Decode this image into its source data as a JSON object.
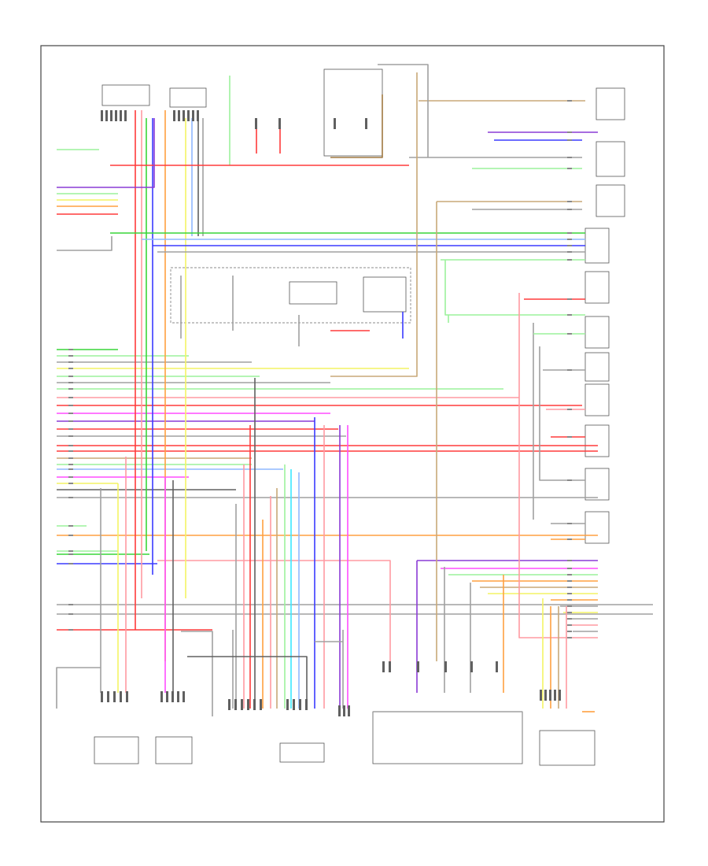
{
  "diagram": {
    "figure_label": "",
    "colors": {
      "red": "#ff3b3b",
      "pink": "#ff9aa2",
      "green": "#39d639",
      "lightgreen": "#9cf29c",
      "blue": "#3b3bff",
      "lightblue": "#8fb8ff",
      "violet": "#8a3bd6",
      "magenta": "#ff4dff",
      "yellow": "#f4f464",
      "orange": "#ffa040",
      "tan": "#c8a878",
      "brown": "#a07840",
      "cyan": "#3be8ff",
      "gray": "#a0a0a0",
      "darkgray": "#606060",
      "black": "#202020"
    },
    "wire_colors": [
      "red",
      "pink",
      "green",
      "lightgreen",
      "blue",
      "lightblue",
      "violet",
      "magenta",
      "yellow",
      "orange",
      "tan",
      "brown",
      "cyan",
      "gray",
      "darkgray",
      "black"
    ]
  }
}
